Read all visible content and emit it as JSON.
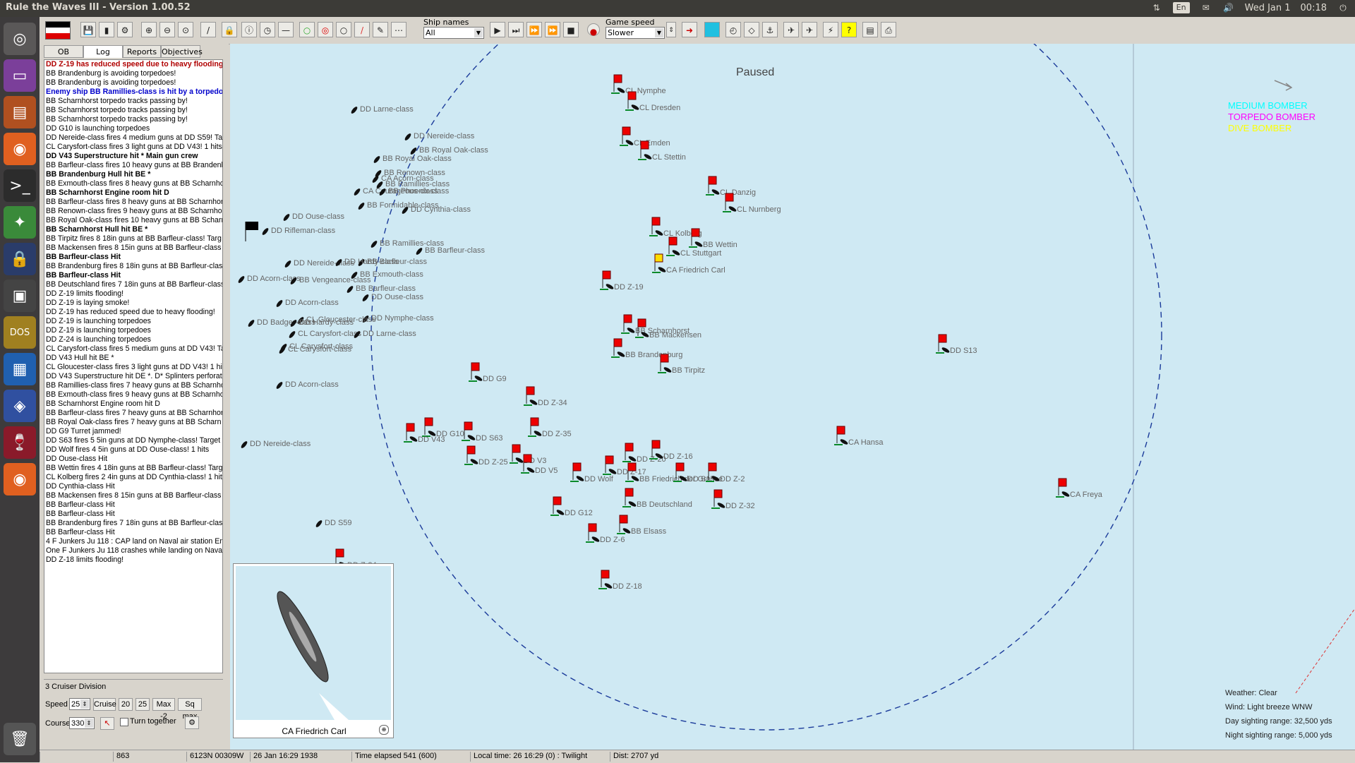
{
  "window": {
    "title": "Rule the Waves III - Version 1.00.52"
  },
  "system": {
    "keyboard": "En",
    "date": "Wed Jan 1",
    "time": "00:18"
  },
  "toolbar": {
    "ship_names_label": "Ship names",
    "ship_names_value": "All",
    "game_speed_label": "Game speed",
    "game_speed_value": "Slower"
  },
  "tabs": [
    "OB",
    "Log",
    "Reports",
    "Objectives"
  ],
  "log": [
    {
      "text": "DD Z-19 has reduced speed due to heavy flooding!",
      "style": "red bold"
    },
    {
      "text": "BB Brandenburg is avoiding torpedoes!",
      "style": ""
    },
    {
      "text": "BB Brandenburg is avoiding torpedoes!",
      "style": ""
    },
    {
      "text": " Enemy ship BB Ramillies-class is hit by a torpedo",
      "style": "blue bold"
    },
    {
      "text": "BB Scharnhorst torpedo tracks passing by!",
      "style": ""
    },
    {
      "text": "BB Scharnhorst torpedo tracks passing by!",
      "style": ""
    },
    {
      "text": "BB Scharnhorst torpedo tracks passing by!",
      "style": ""
    },
    {
      "text": "DD G10 is launching torpedoes",
      "style": ""
    },
    {
      "text": "DD Nereide-class fires 4 medium guns at DD S59! Ta",
      "style": ""
    },
    {
      "text": "CL Carysfort-class fires 3 light guns at DD V43! 1 hits",
      "style": ""
    },
    {
      "text": "DD V43 Superstructure hit *  Main gun crew",
      "style": "bold"
    },
    {
      "text": "BB Barfleur-class fires 10 heavy guns at BB Brandenb",
      "style": ""
    },
    {
      "text": "BB Brandenburg Hull hit BE *",
      "style": "bold"
    },
    {
      "text": "BB Exmouth-class fires 8 heavy guns at BB Scharnhor",
      "style": ""
    },
    {
      "text": "BB Scharnhorst Engine room hit D",
      "style": "bold"
    },
    {
      "text": "BB Barfleur-class fires 8 heavy guns at BB Scharnhor",
      "style": ""
    },
    {
      "text": "BB Renown-class fires 9 heavy guns at BB Scharnhor",
      "style": ""
    },
    {
      "text": "BB Royal Oak-class fires 10 heavy guns at BB Scharn",
      "style": ""
    },
    {
      "text": "BB Scharnhorst Hull hit BE *",
      "style": "bold"
    },
    {
      "text": "BB Tirpitz fires 8 18in guns at BB Barfleur-class! Targ",
      "style": ""
    },
    {
      "text": "BB Mackensen fires 8 15in guns at BB Barfleur-class",
      "style": ""
    },
    {
      "text": "BB Barfleur-class Hit",
      "style": "bold"
    },
    {
      "text": "BB Brandenburg fires 8 18in guns at BB Barfleur-class",
      "style": ""
    },
    {
      "text": "BB Barfleur-class Hit",
      "style": "bold"
    },
    {
      "text": "BB Deutschland fires 7 18in guns at BB Barfleur-class",
      "style": ""
    },
    {
      "text": "DD Z-19 limits flooding!",
      "style": ""
    },
    {
      "text": "DD Z-19 is laying smoke!",
      "style": ""
    },
    {
      "text": "DD Z-19 has reduced speed due to heavy flooding!",
      "style": ""
    },
    {
      "text": "DD Z-19 is launching torpedoes",
      "style": ""
    },
    {
      "text": "DD Z-19 is launching torpedoes",
      "style": ""
    },
    {
      "text": "DD Z-24 is launching torpedoes",
      "style": ""
    },
    {
      "text": "CL Carysfort-class fires 5 medium guns at DD V43! Ta",
      "style": ""
    },
    {
      "text": "DD V43 Hull hit BE *",
      "style": ""
    },
    {
      "text": "CL Gloucester-class fires 3 light guns at DD V43! 1 hit",
      "style": ""
    },
    {
      "text": "DD V43 Superstructure hit DE *. D* Splinters perforat",
      "style": ""
    },
    {
      "text": "BB Ramillies-class fires 7 heavy guns at BB Scharnhor",
      "style": ""
    },
    {
      "text": "BB Exmouth-class fires 9 heavy guns at BB Scharnhor",
      "style": ""
    },
    {
      "text": "BB Scharnhorst Engine room hit D",
      "style": ""
    },
    {
      "text": "BB Barfleur-class fires 7 heavy guns at BB Scharnhor",
      "style": ""
    },
    {
      "text": "BB Royal Oak-class fires 7 heavy guns at BB Scharn",
      "style": ""
    },
    {
      "text": "DD G9 Turret jammed!",
      "style": ""
    },
    {
      "text": "DD S63 fires 5 5in guns at DD Nymphe-class! Target",
      "style": ""
    },
    {
      "text": "DD Wolf fires 4 5in guns at DD Ouse-class! 1 hits",
      "style": ""
    },
    {
      "text": "DD Ouse-class Hit",
      "style": ""
    },
    {
      "text": "BB Wettin fires 4 18in guns at BB Barfleur-class! Targ",
      "style": ""
    },
    {
      "text": "CL Kolberg fires 2 4in guns at DD Cynthia-class! 1 hit",
      "style": ""
    },
    {
      "text": "DD Cynthia-class Hit",
      "style": ""
    },
    {
      "text": "BB Mackensen fires 8 15in guns at BB Barfleur-class",
      "style": ""
    },
    {
      "text": "BB Barfleur-class Hit",
      "style": ""
    },
    {
      "text": "BB Barfleur-class Hit",
      "style": ""
    },
    {
      "text": "BB Brandenburg fires 7 18in guns at BB Barfleur-class",
      "style": ""
    },
    {
      "text": "BB Barfleur-class Hit",
      "style": ""
    },
    {
      "text": "4 F Junkers Ju 118 : CAP land on Naval air station En",
      "style": ""
    },
    {
      "text": "One F Junkers Ju 118 crashes while landing on Naval",
      "style": ""
    },
    {
      "text": "DD Z-18 limits flooding!",
      "style": ""
    }
  ],
  "division": {
    "name": "3 Cruiser Division",
    "speed_label": "Speed",
    "speed_value": "25",
    "cruise_label": "Cruise",
    "btn_20": "20",
    "btn_25": "25",
    "btn_max2": "Max -2",
    "btn_sqmax": "Sq max",
    "course_label": "Course",
    "course_value": "330",
    "turn_together_label": "Turn together"
  },
  "preview": {
    "ship_name": "CA Friedrich Carl"
  },
  "map": {
    "paused_text": "Paused",
    "legend": [
      {
        "label": "MEDIUM BOMBER",
        "color": "#00ffff"
      },
      {
        "label": "TORPEDO BOMBER",
        "color": "#ff00ff"
      },
      {
        "label": "DIVE BOMBER",
        "color": "#ffff00"
      }
    ],
    "weather": [
      "Weather: Clear",
      "Wind: Light breeze  WNW",
      "Day sighting range: 32,500 yds",
      "Night sighting range: 5,000 yds"
    ],
    "enemy_ships": [
      "DD Larne-class",
      "DD Nereide-class",
      "BB Royal Oak-class",
      "BB Royal Oak-class",
      "BB Renown-class",
      "CA Acorn-class",
      "BB Ramillies-class",
      "CA Courageous-class",
      "BB Phoenix-class",
      "BB Formidable-class",
      "DD Cynthia-class",
      "DD Ouse-class",
      "DD Rifleman-class",
      "BB Ramillies-class",
      "BB Barfleur-class",
      "BB Barfleur-class",
      "DD Nereide-class",
      "DD Hardy-class",
      "BB Exmouth-class",
      "DD Acorn-class",
      "BB Vengeance-class",
      "DD",
      "BB Barfleur-class",
      "DD Ouse-class",
      "DD Acorn-class",
      "DD Nymphe-class",
      "CL Gloucester-class",
      "DD Badger-class",
      "DD Hardy-class",
      "CL Carysfort-class",
      "DD Larne-class",
      "CL Carysfort-class",
      "CL Carysfort-class",
      "DD Acorn-class",
      "DD Nereide-class",
      "DD S59"
    ],
    "friendly_ships": [
      "CL Nymphe",
      "CL Dresden",
      "CL Emden",
      "CL Stettin",
      "CL Danzig",
      "CL Nurnberg",
      "CL Kolberg",
      "BB Wettin",
      "CL Stuttgart",
      "CA Friedrich Carl",
      "DD Z-19",
      "BB Scharnhorst",
      "BB Mackensen",
      "BB Brandenburg",
      "BB Tirpitz",
      "DD G9",
      "DD Z-34",
      "DD Z-35",
      "DD G10",
      "DD V43",
      "DD S63",
      "DD Z-25",
      "DD V3",
      "DD V5",
      "DD Z-20",
      "DD Z-16",
      "DD Wolf",
      "DD Z-17",
      "BB Friedrich der Grosse",
      "DD S15",
      "DD Z-2",
      "DD Z-32",
      "BB Deutschland",
      "DD G12",
      "BB Elsass",
      "DD Z-6",
      "DD Z-24",
      "DD Z-18",
      "DD S13",
      "CA Hansa",
      "CA Freya"
    ]
  },
  "statusbar": {
    "s1": "",
    "s2": "863",
    "s3": "6123N 00309W",
    "s4": "26 Jan 16:29 1938",
    "s5": "Time elapsed 541 (600)",
    "s6": "Local time: 26 16:29 (0) : Twilight",
    "s7": "Dist: 2707 yd"
  }
}
